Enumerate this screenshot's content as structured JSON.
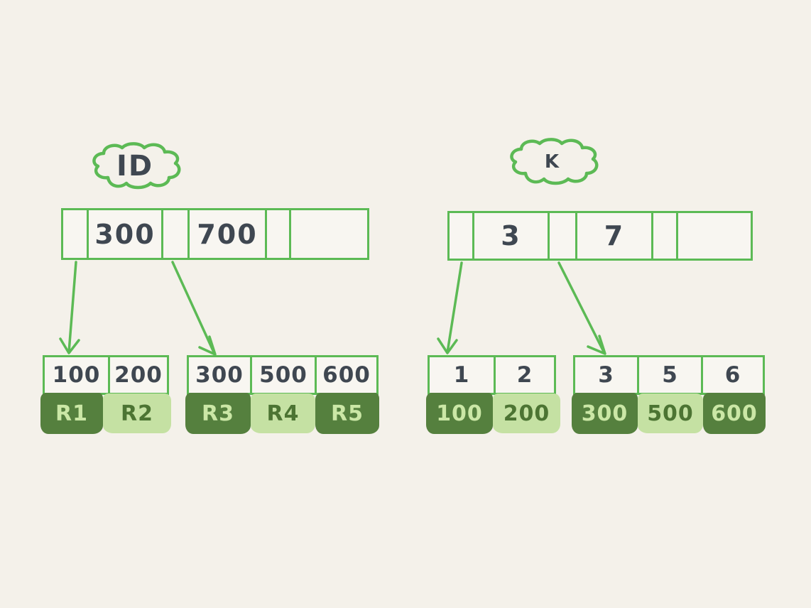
{
  "page": {
    "background": "#f4f1ea"
  },
  "colors": {
    "outline_green": "#5cba55",
    "dark_block_green": "#55803e",
    "light_block_green": "#c5e1a3",
    "charcoal_text": "#3f4751",
    "text_on_dark_block": "#cbe7a6",
    "text_on_light_block": "#4c7433"
  },
  "left_tree": {
    "label": "ID",
    "root_cells": [
      "",
      "300",
      "",
      "700",
      "",
      ""
    ],
    "leaf1": {
      "keys": [
        "100",
        "200"
      ],
      "records": [
        "R1",
        "R2"
      ]
    },
    "leaf2": {
      "keys": [
        "300",
        "500",
        "600"
      ],
      "records": [
        "R3",
        "R4",
        "R5"
      ]
    }
  },
  "right_tree": {
    "label": "K",
    "root_cells": [
      "",
      "3",
      "",
      "7",
      "",
      ""
    ],
    "leaf1": {
      "keys": [
        "1",
        "2"
      ],
      "records": [
        "100",
        "200"
      ]
    },
    "leaf2": {
      "keys": [
        "3",
        "5",
        "6"
      ],
      "records": [
        "300",
        "500",
        "600"
      ]
    }
  }
}
